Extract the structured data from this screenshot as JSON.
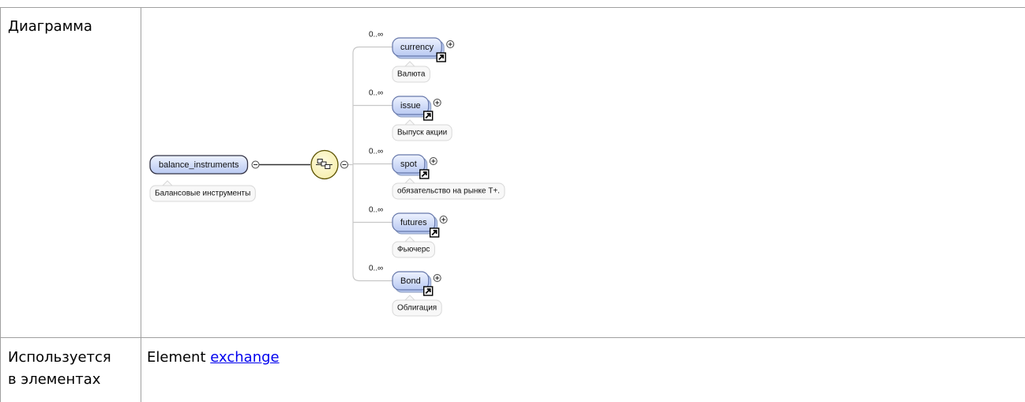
{
  "rows": {
    "diagram_label": "Диаграмма",
    "used_in_label_line1": "Используется",
    "used_in_label_line2": "в элементах",
    "used_in_prefix": "Element",
    "used_in_link": "exchange"
  },
  "diagram": {
    "root": {
      "name": "balance_instruments",
      "annotation": "Балансовые инструменты"
    },
    "cardinality": "0..∞",
    "children": [
      {
        "name": "currency",
        "annotation": "Валюта"
      },
      {
        "name": "issue",
        "annotation": "Выпуск акции"
      },
      {
        "name": "spot",
        "annotation": "обязательство на рынке Т+."
      },
      {
        "name": "futures",
        "annotation": "Фьючерс"
      },
      {
        "name": "Bond",
        "annotation": "Облигация"
      }
    ],
    "colors": {
      "node_fill_top": "#eef3ff",
      "node_fill_bottom": "#b9c9f2",
      "node_stroke": "#334",
      "compositor_fill": "#f7efb0",
      "compositor_stroke": "#5a5000",
      "annotation_fill": "#f8f8f8",
      "annotation_stroke": "#d8d8d8",
      "connector": "#333333",
      "branch": "#c8c8c8"
    }
  }
}
